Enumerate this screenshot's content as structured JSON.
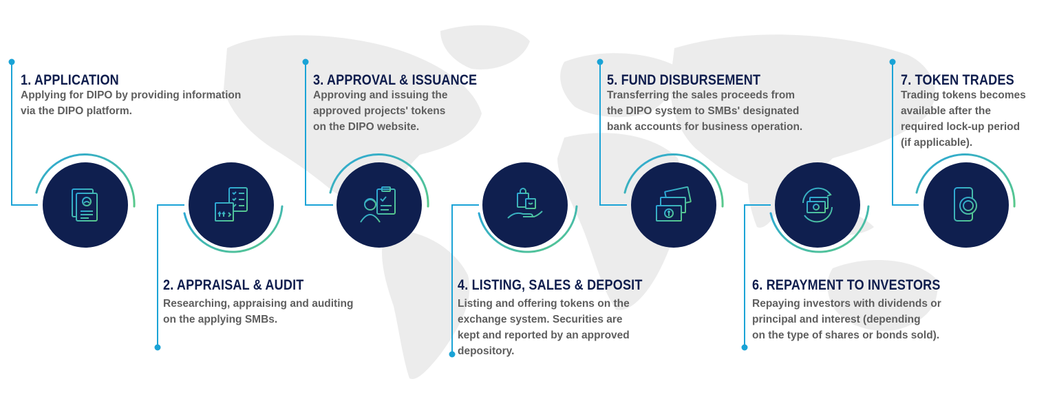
{
  "colors": {
    "title": "#0f1d4d",
    "text": "#5e5e5e",
    "circle": "#0f1f4f",
    "connector": "#1aa3d6",
    "arc_start": "#2ba6d9",
    "arc_end": "#59c98a",
    "map": "#ececec"
  },
  "steps": [
    {
      "number": 1,
      "title": "1. APPLICATION",
      "icon": "application-document-icon",
      "desc": [
        "Applying for DIPO by providing information",
        "via the DIPO platform."
      ]
    },
    {
      "number": 2,
      "title": "2. APPRAISAL & AUDIT",
      "icon": "appraisal-checklist-icon",
      "desc": [
        "Researching, appraising and auditing",
        "on the applying SMBs."
      ]
    },
    {
      "number": 3,
      "title": "3. APPROVAL & ISSUANCE",
      "icon": "approval-person-clipboard-icon",
      "desc": [
        "Approving and issuing the",
        "approved projects' tokens",
        "on the DIPO website."
      ]
    },
    {
      "number": 4,
      "title": "4. LISTING, SALES & DEPOSIT",
      "icon": "listing-hand-bag-icon",
      "desc": [
        "Listing and offering tokens on the",
        "exchange system. Securities are",
        "kept and reported by an approved",
        "depository."
      ]
    },
    {
      "number": 5,
      "title": "5. FUND DISBURSEMENT",
      "icon": "fund-money-icon",
      "desc": [
        "Transferring the sales proceeds from",
        "the DIPO system to SMBs' designated",
        "bank accounts for business operation."
      ]
    },
    {
      "number": 6,
      "title": "6. REPAYMENT TO INVESTORS",
      "icon": "repayment-cycle-money-icon",
      "desc": [
        "Repaying investors with dividends or",
        "principal and interest (depending",
        "on the type of shares or bonds sold)."
      ]
    },
    {
      "number": 7,
      "title": "7. TOKEN TRADES",
      "icon": "token-trade-phone-coin-icon",
      "desc": [
        "Trading tokens becomes",
        "available after the",
        "required lock-up period",
        "(if applicable)."
      ]
    }
  ]
}
